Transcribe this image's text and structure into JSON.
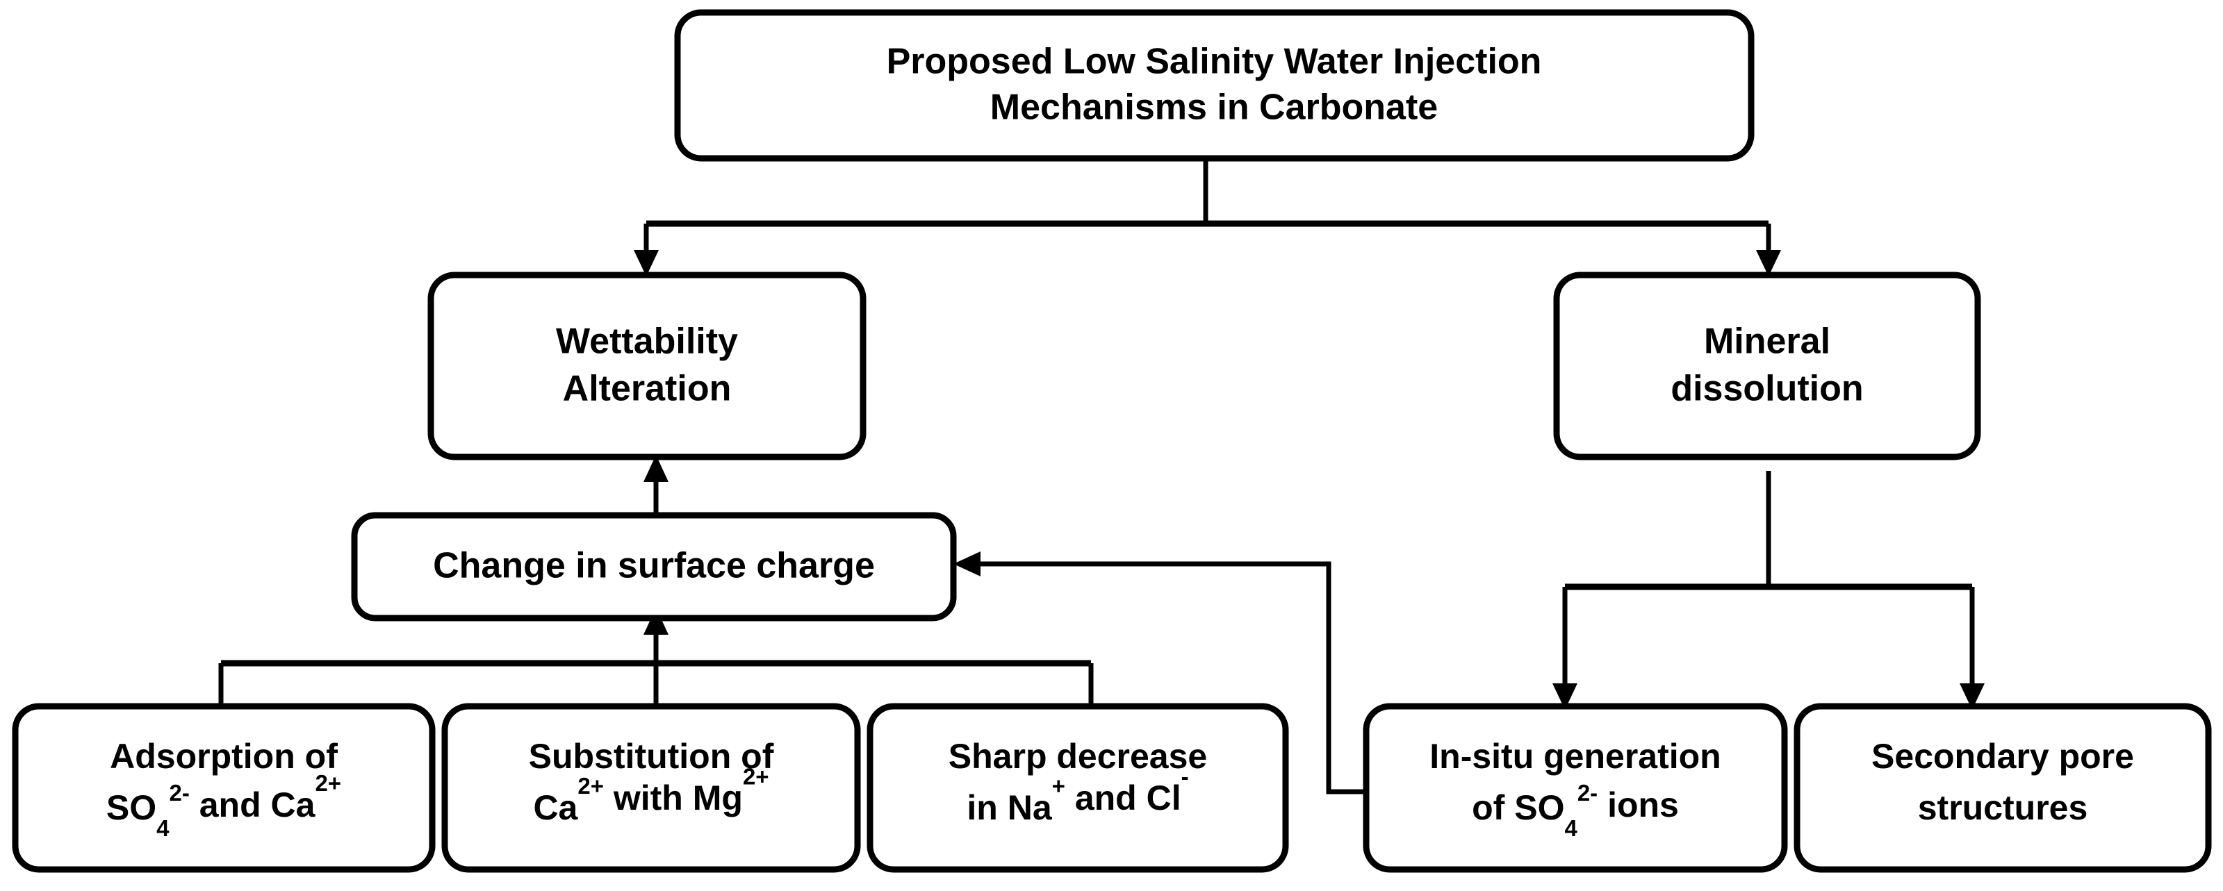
{
  "diagram": {
    "title": "Proposed Low Salinity Water Injection Mechanisms in Carbonate",
    "colors": {
      "background": "#ffffff",
      "node_fill": "#ffffff",
      "node_stroke": "#000000",
      "connector": "#000000",
      "text": "#000000"
    },
    "nodes": {
      "root": {
        "id": "root",
        "line1": "Proposed Low Salinity Water Injection",
        "line2": "Mechanisms in Carbonate"
      },
      "wettability": {
        "id": "wettability",
        "line1": "Wettability",
        "line2": "Alteration"
      },
      "mineral": {
        "id": "mineral",
        "line1": "Mineral",
        "line2": "dissolution"
      },
      "surface_charge": {
        "id": "surface-charge",
        "line1": "Change in surface charge"
      },
      "adsorption": {
        "id": "adsorption",
        "line1": "Adsorption of",
        "line2_parts": [
          {
            "t": "SO",
            "k": "n"
          },
          {
            "t": "4",
            "k": "sub"
          },
          {
            "t": "2-",
            "k": "sup"
          },
          {
            "t": " and Ca",
            "k": "n"
          },
          {
            "t": "2+",
            "k": "sup"
          }
        ],
        "line2_plain": "SO4 2- and Ca2+"
      },
      "substitution": {
        "id": "substitution",
        "line1": "Substitution of",
        "line2_parts": [
          {
            "t": "Ca",
            "k": "n"
          },
          {
            "t": "2+",
            "k": "sup"
          },
          {
            "t": " with Mg",
            "k": "n"
          },
          {
            "t": "2+",
            "k": "sup"
          }
        ],
        "line2_plain": "Ca2+ with Mg2+"
      },
      "sharp_decrease": {
        "id": "sharp-decrease",
        "line1": "Sharp decrease",
        "line2_parts": [
          {
            "t": "in Na",
            "k": "n"
          },
          {
            "t": "+",
            "k": "sup"
          },
          {
            "t": " and Cl",
            "k": "n"
          },
          {
            "t": "-",
            "k": "sup"
          }
        ],
        "line2_plain": "in Na+ and Cl-"
      },
      "insitu": {
        "id": "insitu-generation",
        "line1": "In-situ generation",
        "line2_parts": [
          {
            "t": "of SO",
            "k": "n"
          },
          {
            "t": "4",
            "k": "sub"
          },
          {
            "t": "2-",
            "k": "sup"
          },
          {
            "t": " ions",
            "k": "n"
          }
        ],
        "line2_plain": "of SO4 2- ions"
      },
      "secondary_pore": {
        "id": "secondary-pore",
        "line1": "Secondary pore",
        "line2": "structures"
      }
    },
    "edges": [
      {
        "from": "root",
        "to": "wettability",
        "arrow": true
      },
      {
        "from": "root",
        "to": "mineral",
        "arrow": true
      },
      {
        "from": "surface_charge",
        "to": "wettability",
        "arrow": true
      },
      {
        "from": "adsorption",
        "to": "surface_charge",
        "arrow": true
      },
      {
        "from": "substitution",
        "to": "surface_charge",
        "arrow": true
      },
      {
        "from": "sharp_decrease",
        "to": "surface_charge",
        "arrow": true
      },
      {
        "from": "insitu",
        "to": "surface_charge",
        "arrow": true
      },
      {
        "from": "mineral",
        "to": "insitu",
        "arrow": true
      },
      {
        "from": "mineral",
        "to": "secondary_pore",
        "arrow": true
      }
    ]
  }
}
